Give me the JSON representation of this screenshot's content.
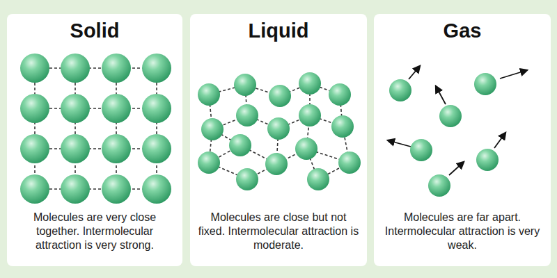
{
  "diagram": {
    "nodes": [
      {
        "text": [
          "Solid",
          "Molecules are very close together. Intermolecular attraction is very strong."
        ]
      },
      {
        "text": [
          "Liquid",
          "Molecules are close but not fixed. Intermolecular attraction is moderate."
        ]
      },
      {
        "text": [
          "Gas",
          "Molecules are far apart. Intermolecular attraction is very weak."
        ]
      }
    ]
  }
}
